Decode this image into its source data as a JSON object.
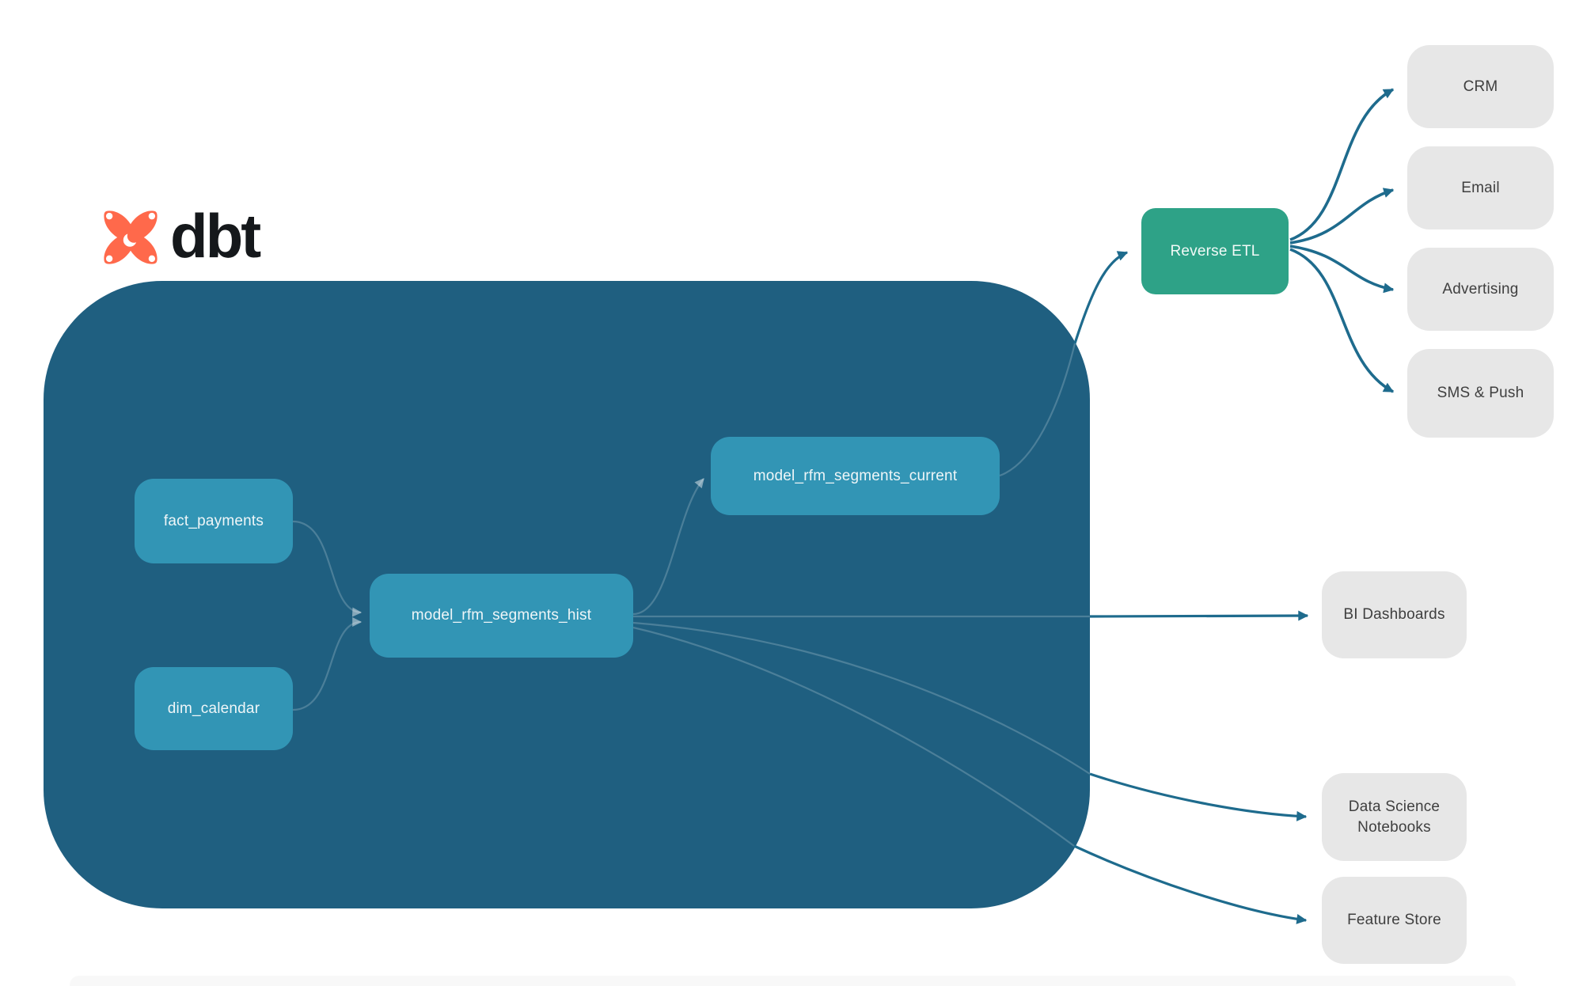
{
  "brand": {
    "name": "dbt",
    "logo_color": "#FF694B"
  },
  "colors": {
    "warehouse_container": "#1F5F80",
    "model_node": "#3295B5",
    "reverse_etl_node": "#2EA287",
    "destination_node": "#E7E7E7",
    "edge": "#1E6B8D",
    "model_node_text": "#EFF6F8",
    "destination_text": "#3F3F3F"
  },
  "nodes": {
    "fact_payments": "fact_payments",
    "dim_calendar": "dim_calendar",
    "model_rfm_segments_hist": "model_rfm_segments_hist",
    "model_rfm_segments_current": "model_rfm_segments_current",
    "reverse_etl": "Reverse ETL",
    "crm": "CRM",
    "email": "Email",
    "advertising": "Advertising",
    "sms_push": "SMS & Push",
    "bi_dashboards": "BI Dashboards",
    "data_science_notebooks": "Data Science Notebooks",
    "feature_store": "Feature Store"
  }
}
